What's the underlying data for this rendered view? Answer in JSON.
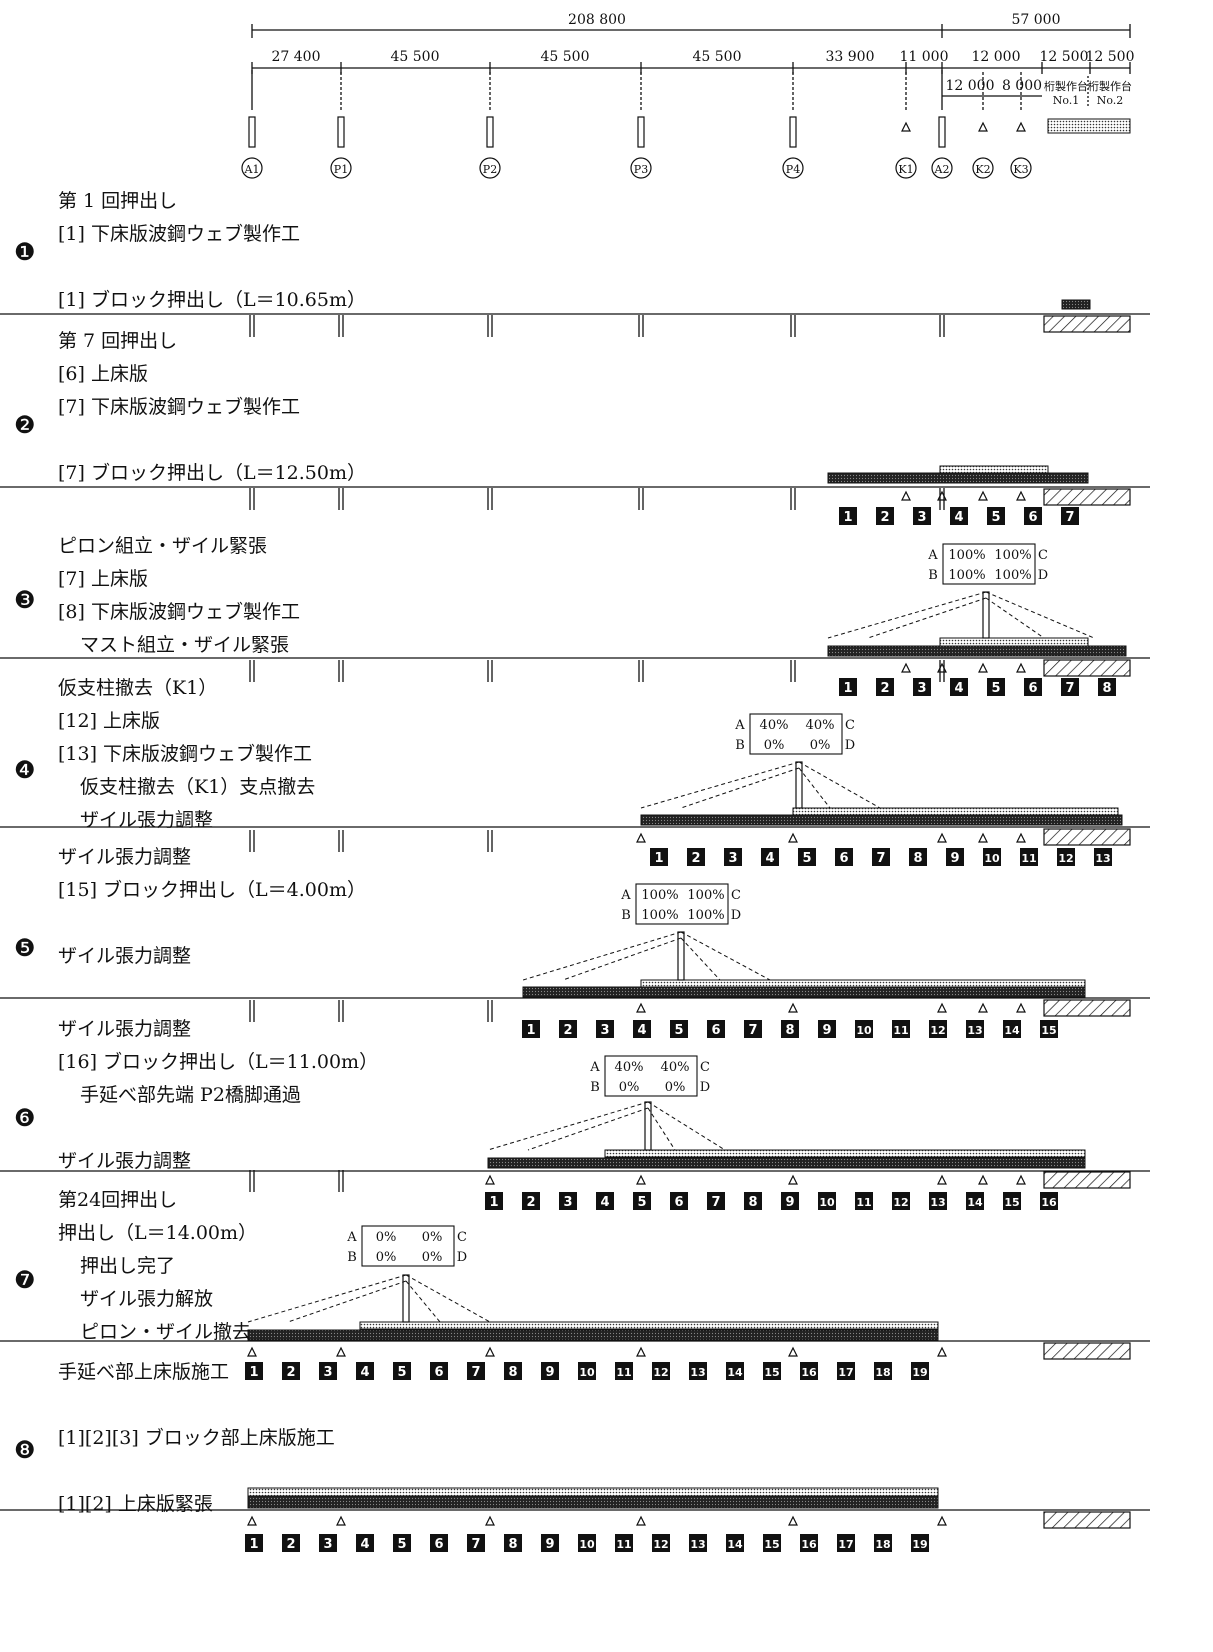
{
  "header": {
    "total_dims": [
      "208 800",
      "57 000"
    ],
    "span_dims": [
      "27 400",
      "45 500",
      "45 500",
      "45 500",
      "33 900",
      "11 000",
      "12 000",
      "12 500",
      "12 500"
    ],
    "sub_dims": [
      "12 000",
      "8 000"
    ],
    "yard_labels": [
      "桁製作台\nNo.1",
      "桁製作台\nNo.2"
    ],
    "piers": [
      "A1",
      "P1",
      "P2",
      "P3",
      "P4",
      "K1",
      "A2",
      "K2",
      "K3"
    ]
  },
  "stages": [
    {
      "num": "❶",
      "lines": [
        "第 1 回押出し",
        "[1] 下床版波鋼ウェブ製作工",
        "",
        "[1] ブロック押出し（L＝10.65m）"
      ]
    },
    {
      "num": "❷",
      "lines": [
        "第 7 回押出し",
        "[6] 上床版",
        "[7] 下床版波鋼ウェブ製作工",
        "",
        "[7] ブロック押出し（L＝12.50m）"
      ]
    },
    {
      "num": "❸",
      "lines": [
        "ピロン組立・ザイル緊張",
        "[7] 上床版",
        "[8] 下床版波鋼ウェブ製作工",
        "マスト組立・ザイル緊張"
      ]
    },
    {
      "num": "❹",
      "lines": [
        "仮支柱撤去（K1）",
        "[12] 上床版",
        "[13] 下床版波鋼ウェブ製作工",
        "仮支柱撤去（K1）支点撤去",
        "ザイル張力調整"
      ]
    },
    {
      "num": "❺",
      "lines": [
        "ザイル張力調整",
        "[15] ブロック押出し（L＝4.00m）",
        "",
        "ザイル張力調整"
      ]
    },
    {
      "num": "❻",
      "lines": [
        "ザイル張力調整",
        "[16] ブロック押出し（L＝11.00m）",
        "手延べ部先端 P2橋脚通過",
        "",
        "ザイル張力調整"
      ]
    },
    {
      "num": "❼",
      "lines": [
        "第24回押出し",
        "押出し（L＝14.00m）",
        "押出し完了",
        "ザイル張力解放",
        "ピロン・ザイル撤去"
      ]
    },
    {
      "num": "❽",
      "lines": [
        "手延べ部上床版施工",
        "",
        "[1][2][3] ブロック部上床版施工",
        "",
        "[1][2] 上床版緊張"
      ]
    }
  ],
  "tension_tables": [
    {
      "stage": 3,
      "a": "100%",
      "c": "100%",
      "b": "100%",
      "d": "100%"
    },
    {
      "stage": 4,
      "a": "40%",
      "c": "40%",
      "b": "0%",
      "d": "0%"
    },
    {
      "stage": 5,
      "a": "100%",
      "c": "100%",
      "b": "100%",
      "d": "100%"
    },
    {
      "stage": 6,
      "a": "40%",
      "c": "40%",
      "b": "0%",
      "d": "0%"
    },
    {
      "stage": 7,
      "a": "0%",
      "c": "0%",
      "b": "0%",
      "d": "0%"
    }
  ],
  "table_letters": [
    "A",
    "B",
    "C",
    "D"
  ],
  "block_rows": [
    {
      "stage": 2,
      "labels": [
        "1",
        "2",
        "3",
        "4",
        "5",
        "6",
        "7"
      ]
    },
    {
      "stage": 3,
      "labels": [
        "1",
        "2",
        "3",
        "4",
        "5",
        "6",
        "7",
        "8"
      ]
    },
    {
      "stage": 4,
      "labels": [
        "1",
        "2",
        "3",
        "4",
        "5",
        "6",
        "7",
        "8",
        "9",
        "10",
        "11",
        "12",
        "13"
      ]
    },
    {
      "stage": 5,
      "labels": [
        "1",
        "2",
        "3",
        "4",
        "5",
        "6",
        "7",
        "8",
        "9",
        "10",
        "11",
        "12",
        "13",
        "14",
        "15"
      ]
    },
    {
      "stage": 6,
      "labels": [
        "1",
        "2",
        "3",
        "4",
        "5",
        "6",
        "7",
        "8",
        "9",
        "10",
        "11",
        "12",
        "13",
        "14",
        "15",
        "16"
      ]
    },
    {
      "stage": 7,
      "labels": [
        "1",
        "2",
        "3",
        "4",
        "5",
        "6",
        "7",
        "8",
        "9",
        "10",
        "11",
        "12",
        "13",
        "14",
        "15",
        "16",
        "17",
        "18",
        "19"
      ]
    },
    {
      "stage": 8,
      "labels": [
        "1",
        "2",
        "3",
        "4",
        "5",
        "6",
        "7",
        "8",
        "9",
        "10",
        "11",
        "12",
        "13",
        "14",
        "15",
        "16",
        "17",
        "18",
        "19"
      ]
    }
  ]
}
